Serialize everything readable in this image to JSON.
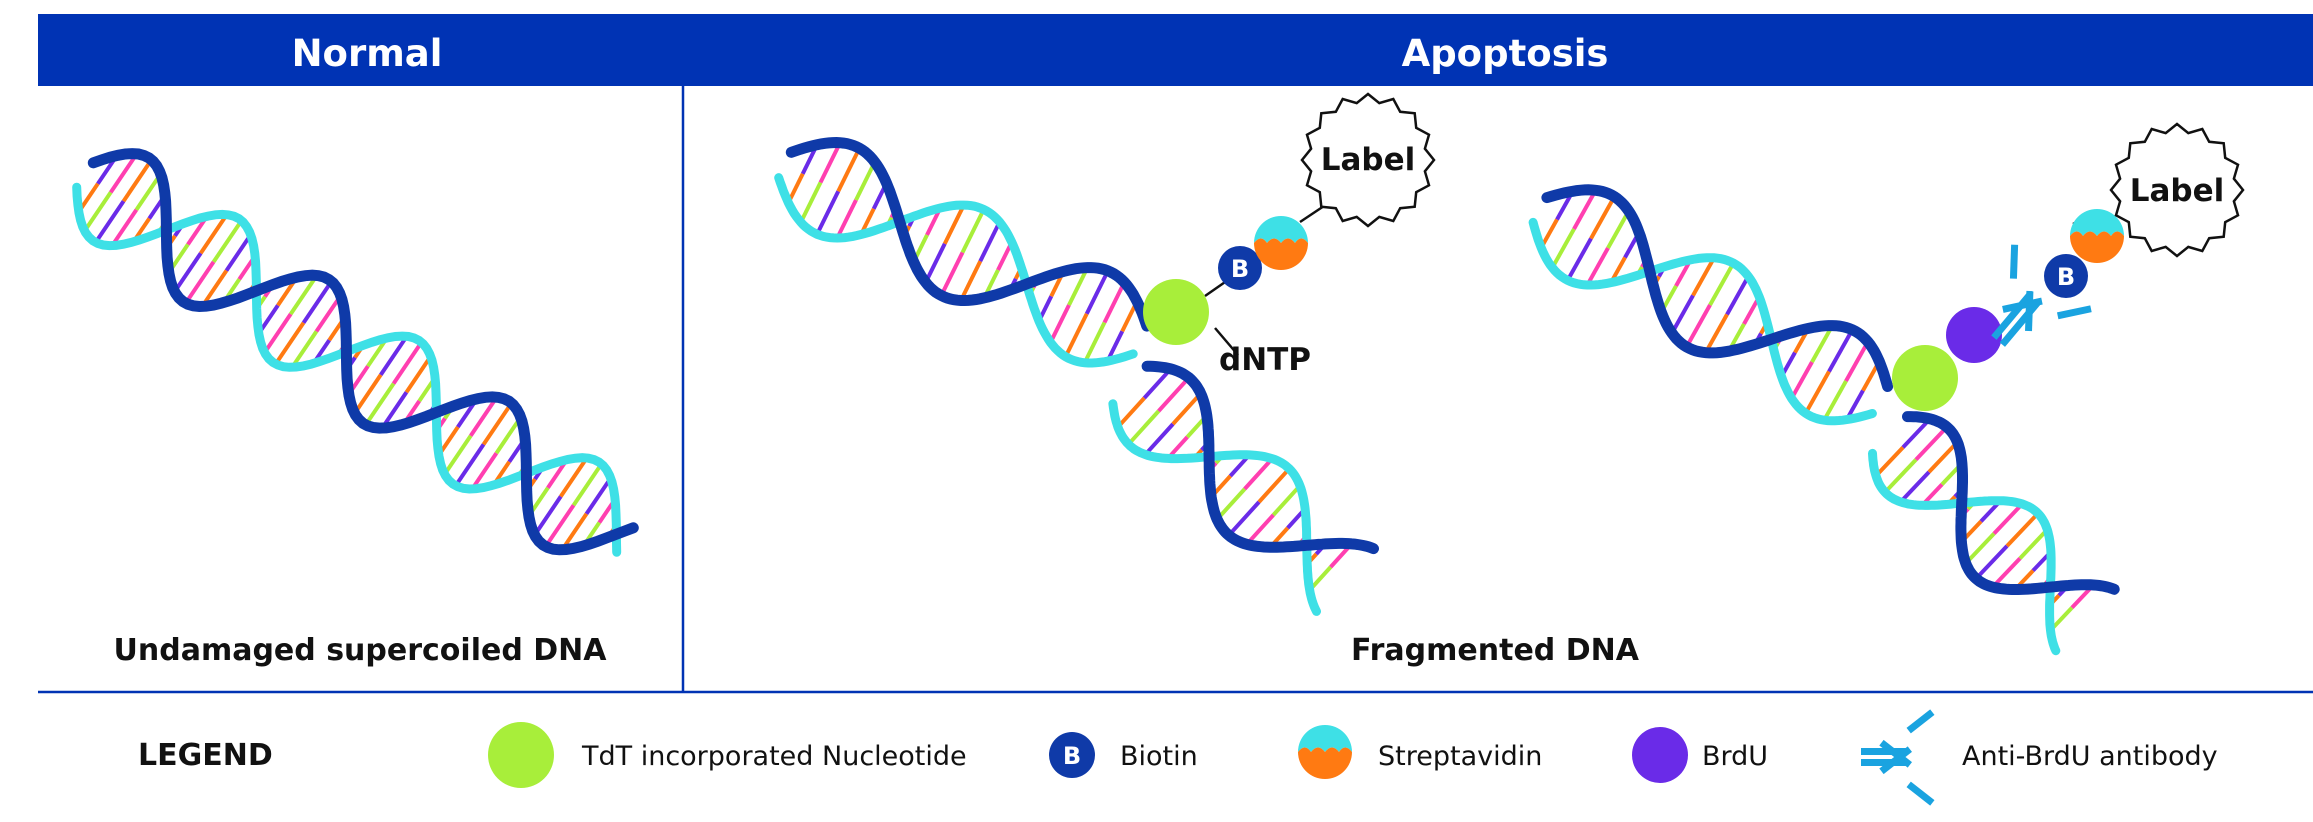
{
  "header": {
    "left_title": "Normal",
    "right_title": "Apoptosis"
  },
  "captions": {
    "normal": "Undamaged supercoiled DNA",
    "apoptosis": "Fragmented DNA"
  },
  "annotations": {
    "label_1": "Label",
    "label_2": "Label",
    "dntp": "dNTP",
    "biotin_letter": "B"
  },
  "legend": {
    "title": "LEGEND",
    "items": [
      {
        "icon": "nucleotide-icon",
        "label": "TdT incorporated Nucleotide"
      },
      {
        "icon": "biotin-icon",
        "label": "Biotin"
      },
      {
        "icon": "streptavidin-icon",
        "label": "Streptavidin"
      },
      {
        "icon": "brdu-icon",
        "label": "BrdU"
      },
      {
        "icon": "antibody-icon",
        "label": "Anti-BrdU antibody"
      }
    ]
  },
  "colors": {
    "header_blue": "#0033b4",
    "strand_dark": "#0f3aa8",
    "strand_light": "#3ee0e6",
    "nucleotide": "#a8ee3a",
    "biotin": "#0f3aa8",
    "streptavidin_top": "#3ee0e6",
    "streptavidin_bottom": "#ff7a12",
    "brdu": "#6a2be8",
    "antibody": "#1aa3e0",
    "rung_colors": [
      "#ff3fb0",
      "#ff7a12",
      "#a8ee3a",
      "#6a2be8"
    ]
  }
}
